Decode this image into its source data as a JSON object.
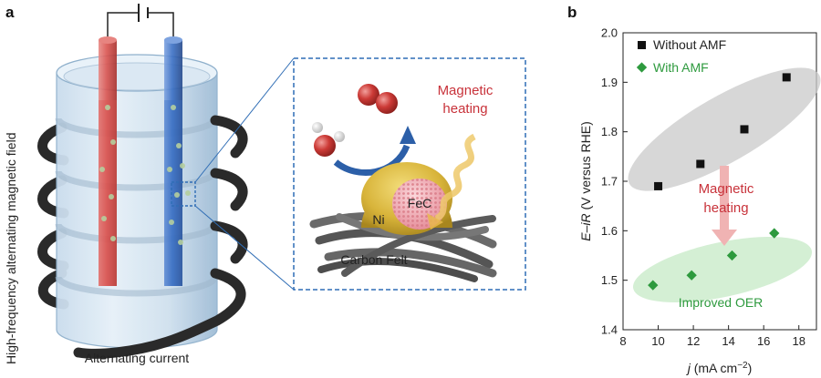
{
  "panel_a": {
    "letter": "a",
    "side_label": "High-frequency alternating magnetic field",
    "bottom_label": "Alternating current",
    "inset": {
      "magnetic_heating_line1": "Magnetic",
      "magnetic_heating_line2": "heating",
      "fec": "FeC",
      "ni": "Ni",
      "carbon_felt": "Carbon Felt"
    },
    "colors": {
      "anode": "#d9534f",
      "cathode": "#3a6fc4",
      "inset_border": "#2f6db5"
    }
  },
  "panel_b": {
    "letter": "b",
    "annotation_line1": "Magnetic",
    "annotation_line2": "heating",
    "improved_label": "Improved OER"
  },
  "chart_data": {
    "type": "scatter",
    "xlabel_var": "j",
    "xlabel_unit": " (mA cm",
    "xlabel_exp": "−2",
    "xlabel_close": ")",
    "ylabel_var": "E–iR",
    "ylabel_unit": " (V versus RHE)",
    "xlim": [
      8,
      19
    ],
    "ylim": [
      1.4,
      2.0
    ],
    "xticks": [
      "8",
      "10",
      "12",
      "14",
      "16",
      "18"
    ],
    "yticks": [
      "1.4",
      "1.5",
      "1.6",
      "1.7",
      "1.8",
      "1.9",
      "2.0"
    ],
    "legend_position": "top-left",
    "series": [
      {
        "name": "Without AMF",
        "marker": "square",
        "color": "#111111",
        "x": [
          10.0,
          12.4,
          14.9,
          17.3
        ],
        "y": [
          1.69,
          1.735,
          1.805,
          1.91
        ]
      },
      {
        "name": "With AMF",
        "marker": "diamond",
        "color": "#2e9a3e",
        "x": [
          9.7,
          11.9,
          14.2,
          16.6
        ],
        "y": [
          1.49,
          1.51,
          1.55,
          1.595
        ]
      }
    ]
  }
}
